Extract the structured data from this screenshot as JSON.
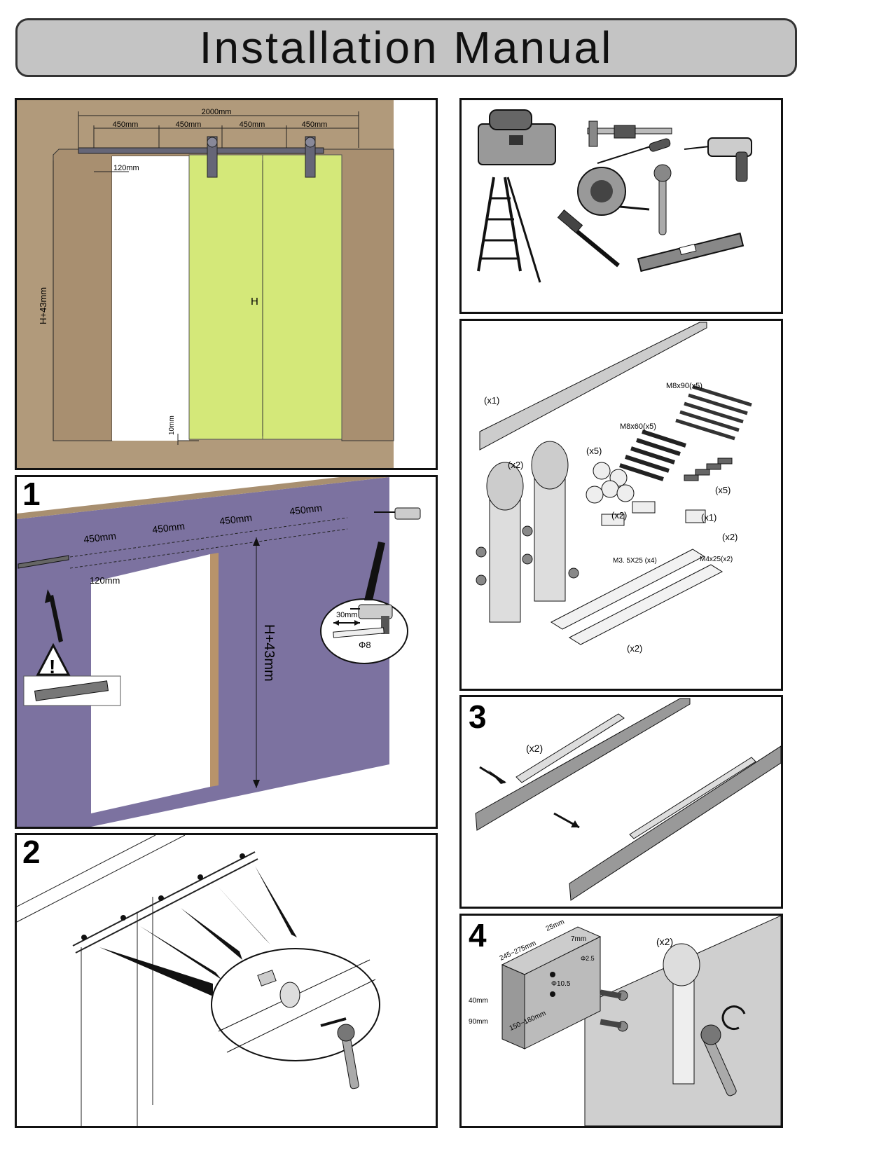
{
  "title": "Installation Manual",
  "overview": {
    "total_length": "2000mm",
    "segments": [
      "450mm",
      "450mm",
      "450mm",
      "450mm"
    ],
    "offset": "120mm",
    "wall_height": "H+43mm",
    "door_height": "H",
    "floor_gap": "10mm"
  },
  "parts": {
    "rail": "(x1)",
    "hangers": "(x2)",
    "spacers": "(x5)",
    "long_bolts": "M8x90(x5)",
    "short_bolts": "M8x60(x5)",
    "anchors": "(x5)",
    "guides": "(x2)",
    "guide_screws": "M3. 5X25 (x4)",
    "stop": "(x1)",
    "stop_qty": "(x2)",
    "stop_screws": "M4x25(x2)",
    "soft_close": "(x2)"
  },
  "step1": {
    "number": "1",
    "segments": [
      "450mm",
      "450mm",
      "450mm",
      "450mm"
    ],
    "offset": "120mm",
    "height": "H+43mm",
    "drill_depth": "30mm",
    "drill_diameter": "Φ8",
    "warning_glyph": "!"
  },
  "step2": {
    "number": "2"
  },
  "step3": {
    "number": "3",
    "qty": "(x2)"
  },
  "step4": {
    "number": "4",
    "qty": "(x2)",
    "range_a": "245~275mm",
    "width": "25mm",
    "depth": "7mm",
    "small_hole": "Φ2.5",
    "large_hole": "Φ10.5",
    "gap_a": "40mm",
    "gap_b": "90mm",
    "range_b": "150~180mm"
  }
}
